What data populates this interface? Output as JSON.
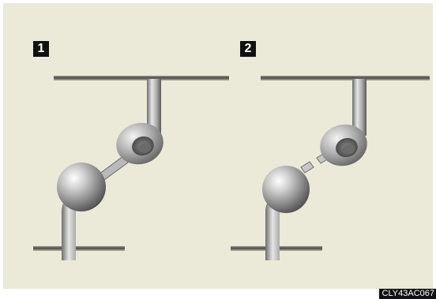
{
  "steps": [
    {
      "number": "1",
      "state": "connected"
    },
    {
      "number": "2",
      "state": "disconnected"
    }
  ],
  "figure_code": "CLY43AC067"
}
